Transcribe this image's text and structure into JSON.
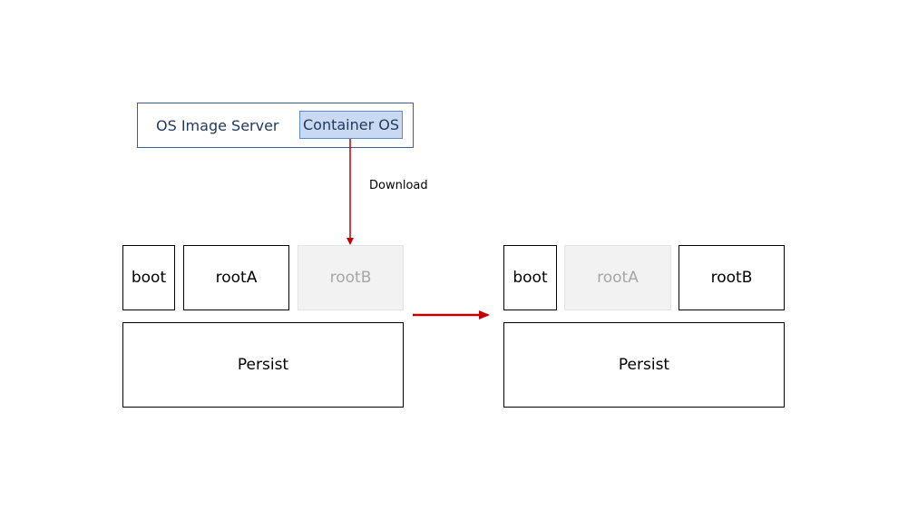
{
  "server": {
    "label": "OS Image Server",
    "package": "Container OS"
  },
  "download_label": "Download",
  "before": {
    "boot": "boot",
    "rootA": "rootA",
    "rootB": "rootB",
    "persist": "Persist"
  },
  "after": {
    "boot": "boot",
    "rootA": "rootA",
    "rootB": "rootB",
    "persist": "Persist"
  },
  "colors": {
    "arrow": "#c00000",
    "server_border": "#3d5f8f",
    "package_fill": "#c9d9f1",
    "inactive_fill": "#f2f2f2",
    "inactive_text": "#a6a6a6"
  }
}
